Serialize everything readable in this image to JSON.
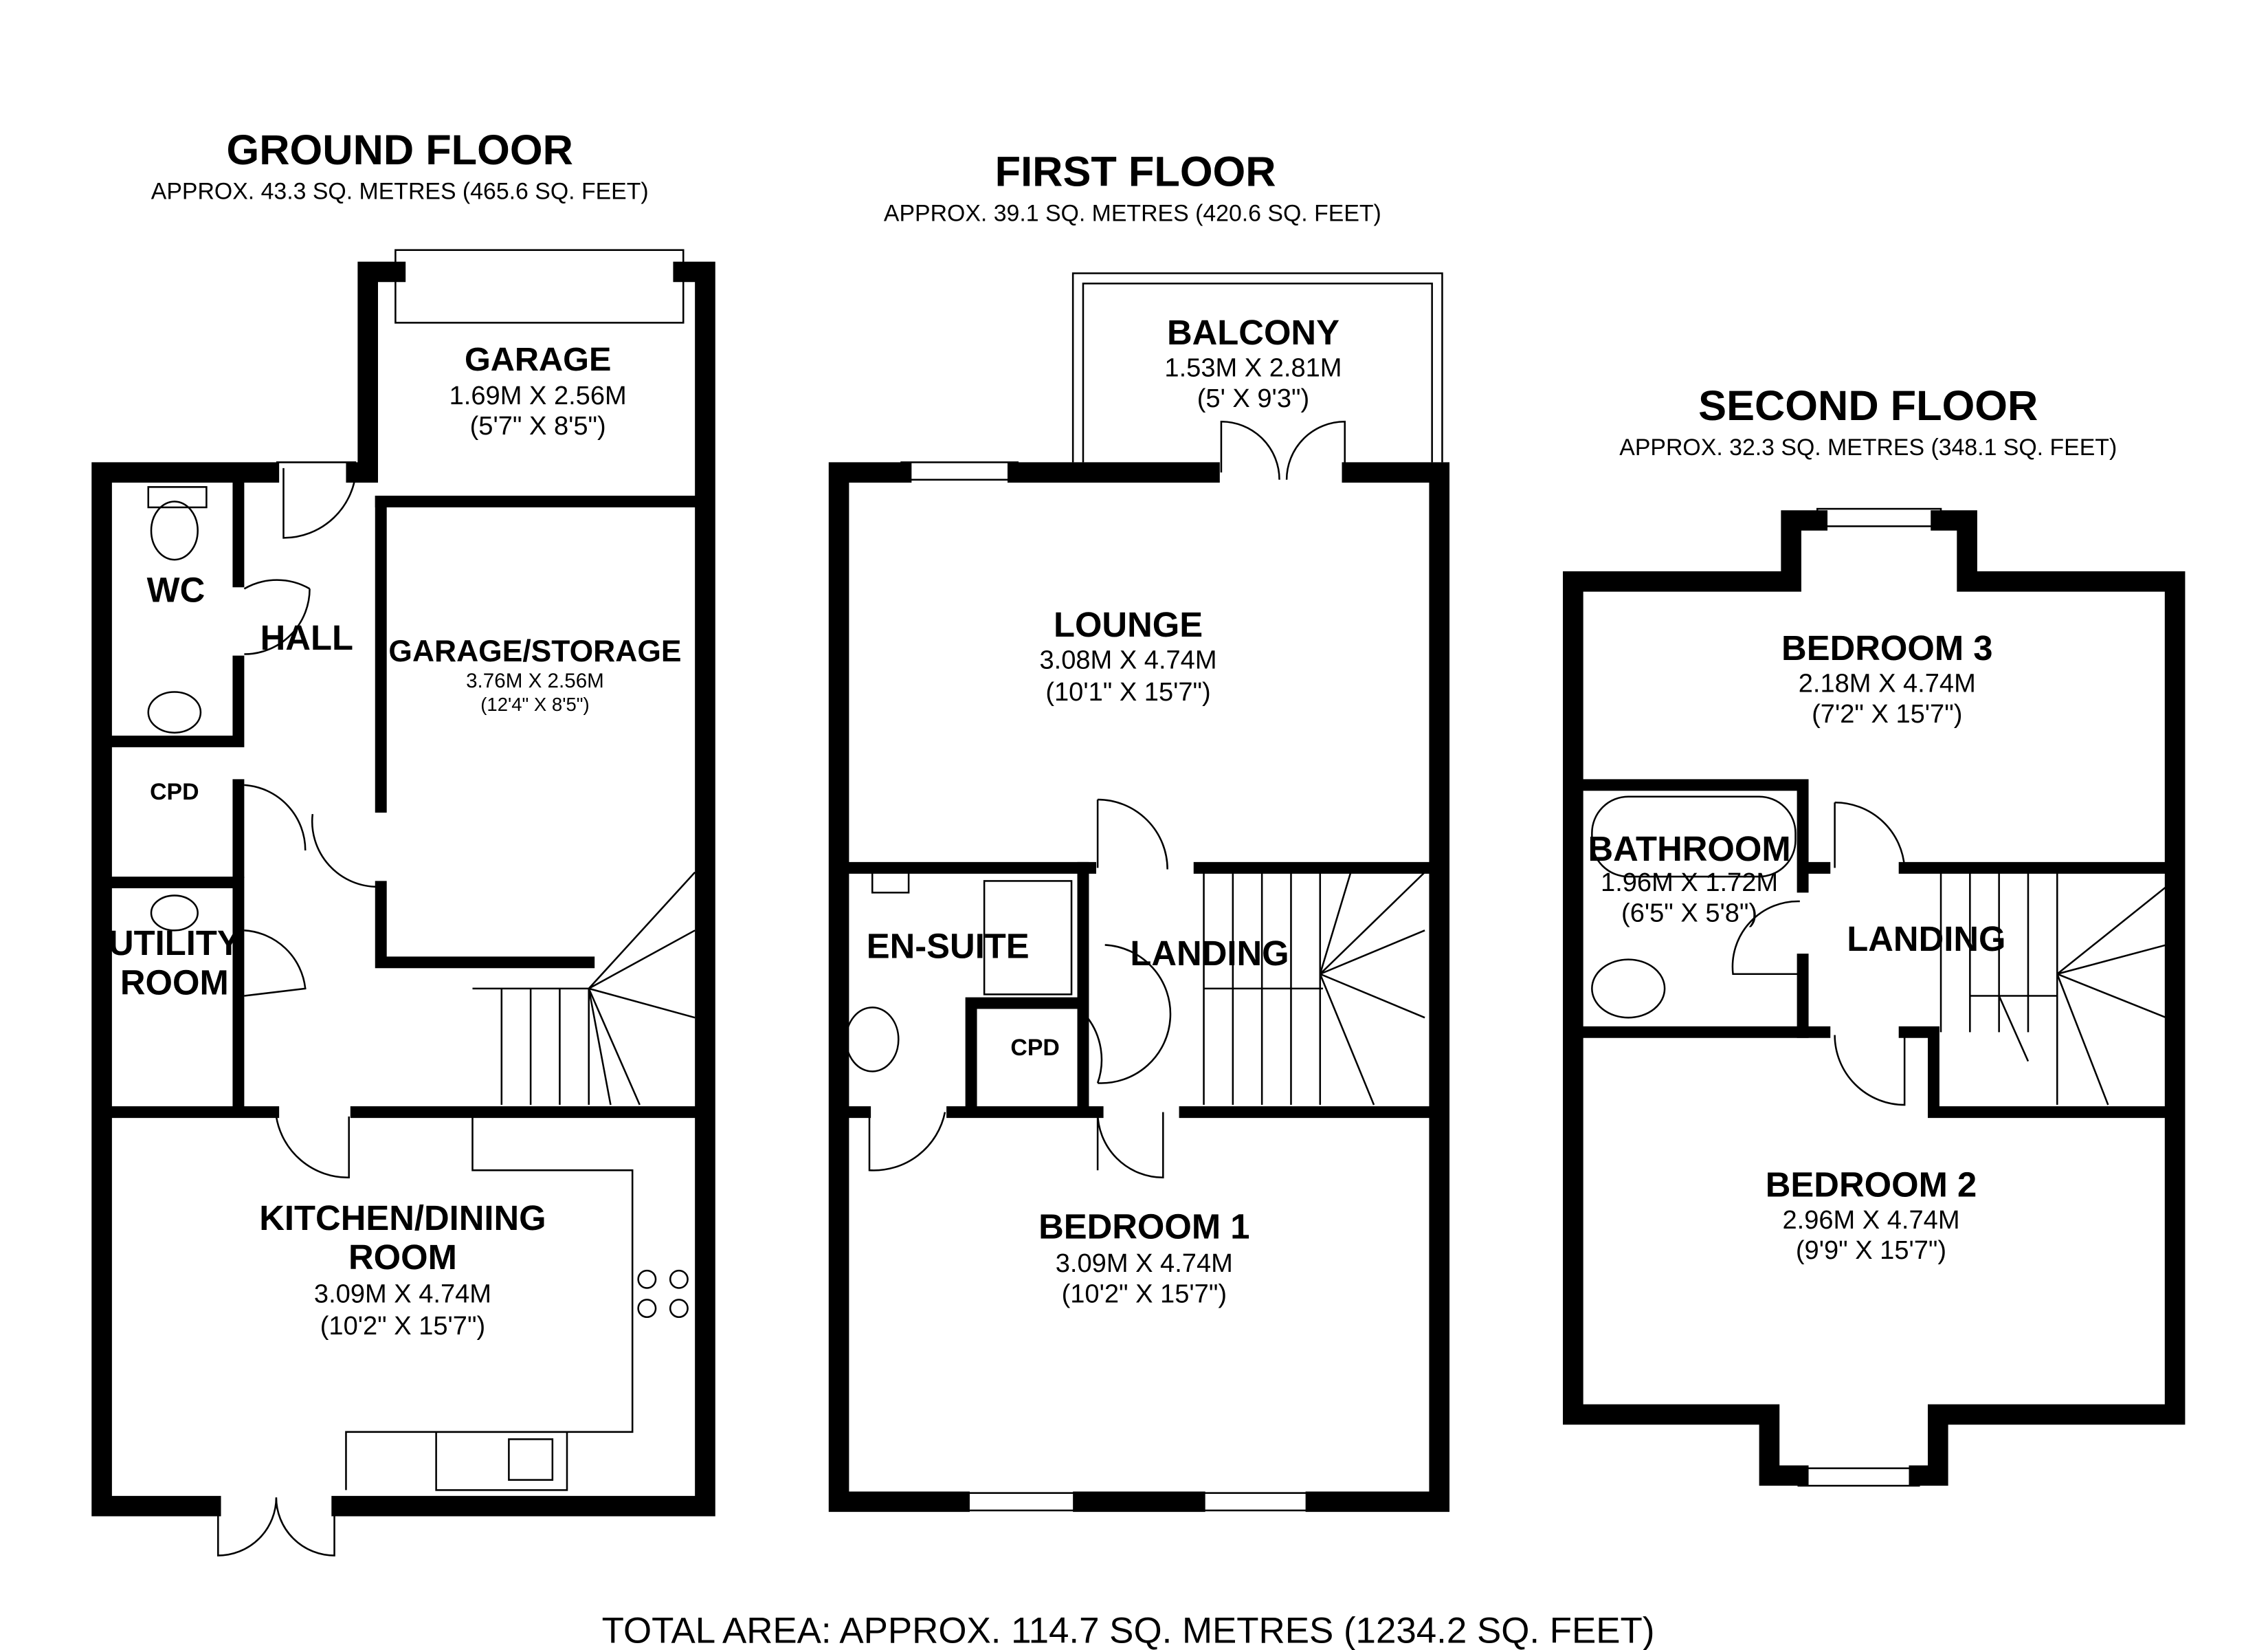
{
  "ground_floor": {
    "title": "GROUND FLOOR",
    "area": "APPROX. 43.3 SQ. METRES (465.6 SQ. FEET)",
    "rooms": {
      "garage": {
        "name": "GARAGE",
        "metric": "1.69M X 2.56M",
        "imperial": "(5'7\" X 8'5\")"
      },
      "garage_storage": {
        "name": "GARAGE/STORAGE",
        "metric": "3.76M X 2.56M",
        "imperial": "(12'4\" X 8'5\")"
      },
      "wc": {
        "name": "WC"
      },
      "hall": {
        "name": "HALL"
      },
      "cpd": {
        "name": "CPD"
      },
      "utility": {
        "name_line1": "UTILITY",
        "name_line2": "ROOM"
      },
      "kitchen": {
        "name_line1": "KITCHEN/DINING",
        "name_line2": "ROOM",
        "metric": "3.09M X 4.74M",
        "imperial": "(10'2\" X 15'7\")"
      }
    }
  },
  "first_floor": {
    "title": "FIRST FLOOR",
    "area": "APPROX. 39.1 SQ. METRES (420.6 SQ. FEET)",
    "rooms": {
      "balcony": {
        "name": "BALCONY",
        "metric": "1.53M X 2.81M",
        "imperial": "(5' X 9'3\")"
      },
      "lounge": {
        "name": "LOUNGE",
        "metric": "3.08M X 4.74M",
        "imperial": "(10'1\" X 15'7\")"
      },
      "en_suite": {
        "name": "EN-SUITE"
      },
      "landing": {
        "name": "LANDING"
      },
      "cpd": {
        "name": "CPD"
      },
      "bedroom1": {
        "name": "BEDROOM 1",
        "metric": "3.09M X 4.74M",
        "imperial": "(10'2\" X 15'7\")"
      }
    }
  },
  "second_floor": {
    "title": "SECOND FLOOR",
    "area": "APPROX. 32.3 SQ. METRES (348.1 SQ. FEET)",
    "rooms": {
      "bedroom3": {
        "name": "BEDROOM 3",
        "metric": "2.18M X 4.74M",
        "imperial": "(7'2\" X 15'7\")"
      },
      "bathroom": {
        "name": "BATHROOM",
        "metric": "1.96M X 1.72M",
        "imperial": "(6'5\" X 5'8\")"
      },
      "landing": {
        "name": "LANDING"
      },
      "bedroom2": {
        "name": "BEDROOM 2",
        "metric": "2.96M X 4.74M",
        "imperial": "(9'9\" X 15'7\")"
      }
    }
  },
  "total_area": "TOTAL AREA: APPROX. 114.7 SQ. METRES (1234.2 SQ. FEET)"
}
